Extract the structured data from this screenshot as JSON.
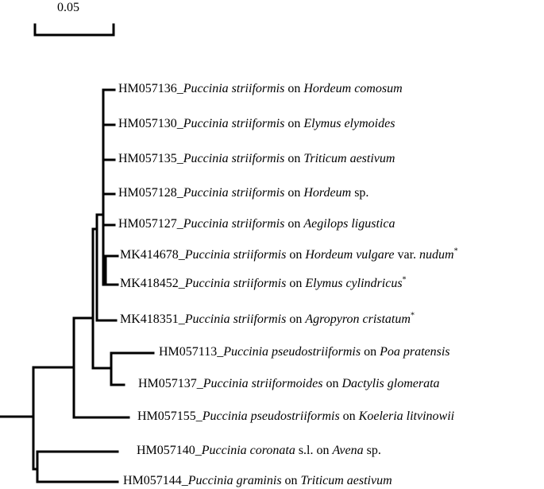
{
  "scale_bar": {
    "label": "0.05"
  },
  "taxa": [
    {
      "accession": "HM057136",
      "species": "Puccinia striiformis",
      "host": "Hordeum comosum",
      "host_suffix": "",
      "asterisk": false
    },
    {
      "accession": "HM057130",
      "species": "Puccinia striiformis",
      "host": "Elymus elymoides",
      "host_suffix": "",
      "asterisk": false
    },
    {
      "accession": "HM057135",
      "species": "Puccinia striiformis",
      "host": "Triticum aestivum",
      "host_suffix": "",
      "asterisk": false
    },
    {
      "accession": "HM057128",
      "species": "Puccinia striiformis",
      "host": "Hordeum",
      "host_suffix": " sp.",
      "asterisk": false
    },
    {
      "accession": "HM057127",
      "species": "Puccinia striiformis",
      "host": "Aegilops ligustica",
      "host_suffix": "",
      "asterisk": false
    },
    {
      "accession": "MK414678",
      "species": "Puccinia striiformis",
      "host": "Hordeum vulgare",
      "host_suffix": " var. ",
      "host2": "nudum",
      "asterisk": true
    },
    {
      "accession": "MK418452",
      "species": "Puccinia striiformis",
      "host": "Elymus cylindricus",
      "host_suffix": "",
      "asterisk": true
    },
    {
      "accession": "MK418351",
      "species": "Puccinia striiformis",
      "host": "Agropyron cristatum",
      "host_suffix": "",
      "asterisk": true
    },
    {
      "accession": "HM057113",
      "species": "Puccinia pseudostriiformis",
      "host": "Poa pratensis",
      "host_suffix": "",
      "asterisk": false
    },
    {
      "accession": "HM057137",
      "species": "Puccinia striiformoides",
      "host": "Dactylis glomerata",
      "host_suffix": "",
      "asterisk": false
    },
    {
      "accession": "HM057155",
      "species": "Puccinia pseudostriiformis",
      "host": "Koeleria litvinowii",
      "host_suffix": "",
      "asterisk": false
    },
    {
      "accession": "HM057140",
      "species": "Puccinia coronata",
      "species_suffix": " s.l.",
      "host": "Avena",
      "host_suffix": " sp.",
      "asterisk": false
    },
    {
      "accession": "HM057144",
      "species": "Puccinia graminis",
      "host": "Triticum aestivum",
      "host_suffix": "",
      "asterisk": false
    }
  ],
  "connector_word": "on",
  "asterisk_symbol": "*"
}
